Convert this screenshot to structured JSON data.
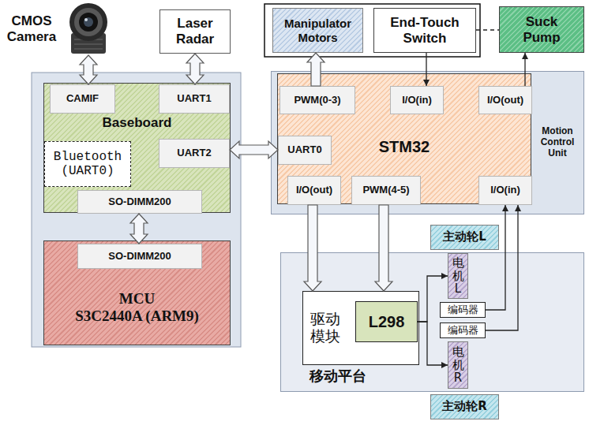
{
  "diagram": {
    "nodes": [
      {
        "text": [
          "CMOS Camera"
        ]
      },
      {
        "text": [
          "Laser Radar"
        ]
      },
      {
        "text": [
          "Manipulator Motors"
        ]
      },
      {
        "text": [
          "End-Touch Switch"
        ]
      },
      {
        "text": [
          "Suck Pump"
        ]
      },
      {
        "text": [
          "Baseboard"
        ]
      },
      {
        "text": [
          "CAMIF"
        ],
        "in": 5
      },
      {
        "text": [
          "UART1"
        ],
        "in": 5
      },
      {
        "text": [
          "UART2"
        ],
        "in": 5
      },
      {
        "text": [
          "Bluetooth (UART0)"
        ],
        "in": 5
      },
      {
        "text": [
          "SO-DIMM200"
        ],
        "in": 5
      },
      {
        "text": [
          "MCU",
          "S3C2440A (ARM9)"
        ]
      },
      {
        "text": [
          "SO-DIMM200"
        ],
        "in": 11
      },
      {
        "text": [
          "Motion Control Unit"
        ]
      },
      {
        "text": [
          "STM32"
        ],
        "in": 13
      },
      {
        "text": [
          "PWM(0-3)"
        ],
        "in": 14
      },
      {
        "text": [
          "I/O(in)"
        ],
        "in": 14
      },
      {
        "text": [
          "I/O(out)"
        ],
        "in": 14
      },
      {
        "text": [
          "UART0"
        ],
        "in": 14
      },
      {
        "text": [
          "I/O(out)"
        ],
        "in": 14
      },
      {
        "text": [
          "PWM(4-5)"
        ],
        "in": 14
      },
      {
        "text": [
          "I/O(in)"
        ],
        "in": 14
      },
      {
        "text": [
          "主动轮L"
        ]
      },
      {
        "text": [
          "移动平台"
        ]
      },
      {
        "text": [
          "驱动模块"
        ],
        "in": 23
      },
      {
        "text": [
          "L298"
        ],
        "in": 24
      },
      {
        "text": [
          "电机L"
        ],
        "in": 23
      },
      {
        "text": [
          "编码器"
        ],
        "in": 23
      },
      {
        "text": [
          "编码器"
        ],
        "in": 23
      },
      {
        "text": [
          "电机R"
        ],
        "in": 23
      },
      {
        "text": [
          "主动轮R"
        ]
      }
    ],
    "edges": [
      {
        "from": 0,
        "to": 6,
        "arrow": "both"
      },
      {
        "from": 1,
        "to": 7,
        "arrow": "both"
      },
      {
        "from": 15,
        "to": 2,
        "arrow": "to"
      },
      {
        "from": 3,
        "to": 16,
        "arrow": "to"
      },
      {
        "from": 3,
        "to": 4,
        "arrow": "none"
      },
      {
        "from": 17,
        "to": 4,
        "arrow": "to"
      },
      {
        "from": 8,
        "to": 18,
        "arrow": "both"
      },
      {
        "from": 10,
        "to": 12,
        "arrow": "both"
      },
      {
        "from": 19,
        "to": 24,
        "arrow": "to"
      },
      {
        "from": 20,
        "to": 24,
        "arrow": "to"
      },
      {
        "from": 25,
        "to": 26,
        "arrow": "to"
      },
      {
        "from": 25,
        "to": 29,
        "arrow": "to"
      },
      {
        "from": 27,
        "to": 21,
        "arrow": "to"
      },
      {
        "from": 28,
        "to": 21,
        "arrow": "to"
      }
    ]
  }
}
